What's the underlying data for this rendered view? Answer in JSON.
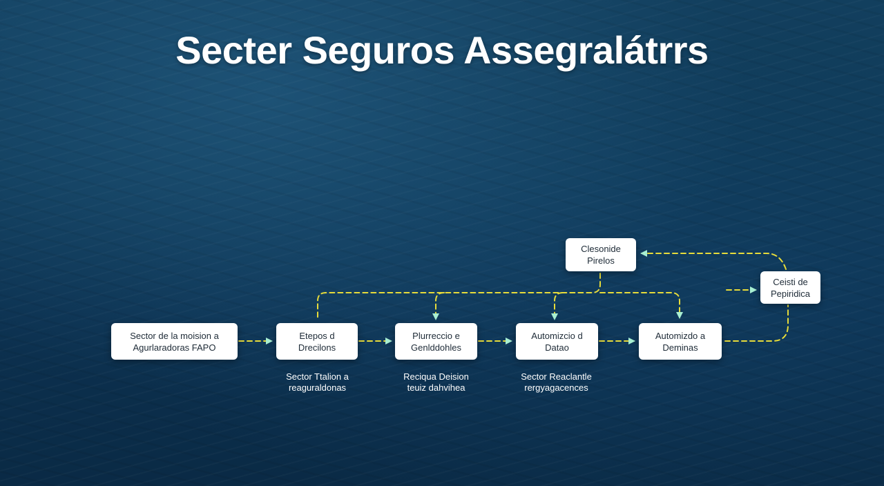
{
  "title": "Secter Seguros Assegralátrrs",
  "colors": {
    "connector": "#e8dc3a",
    "arrowhead": "#a8efd2",
    "box": "#ffffff",
    "text": "#1d2a36"
  },
  "nodes": {
    "n1": {
      "lines": [
        "Sector de la moision a",
        "Agurlaradoras FAPO"
      ]
    },
    "n2": {
      "lines": [
        "Etepos d",
        "Drecilons"
      ]
    },
    "n3": {
      "lines": [
        "Plurreccio e",
        "Genlddohles"
      ]
    },
    "n4": {
      "lines": [
        "Automizcio d",
        "Datao"
      ]
    },
    "n5": {
      "lines": [
        "Automizdo a",
        "Deminas"
      ]
    },
    "n6": {
      "lines": [
        "Clesonide",
        "Pirelos"
      ]
    },
    "n7": {
      "lines": [
        "Ceisti de",
        "Pepiridica"
      ]
    }
  },
  "captions": {
    "c1": {
      "lines": [
        "Sector Ttalion a",
        "reaguraldonas"
      ]
    },
    "c2": {
      "lines": [
        "Reciqua Deision",
        "teuiz dahvihea"
      ]
    },
    "c3": {
      "lines": [
        "Sector Reaclantle",
        "rergyagacences"
      ]
    }
  }
}
